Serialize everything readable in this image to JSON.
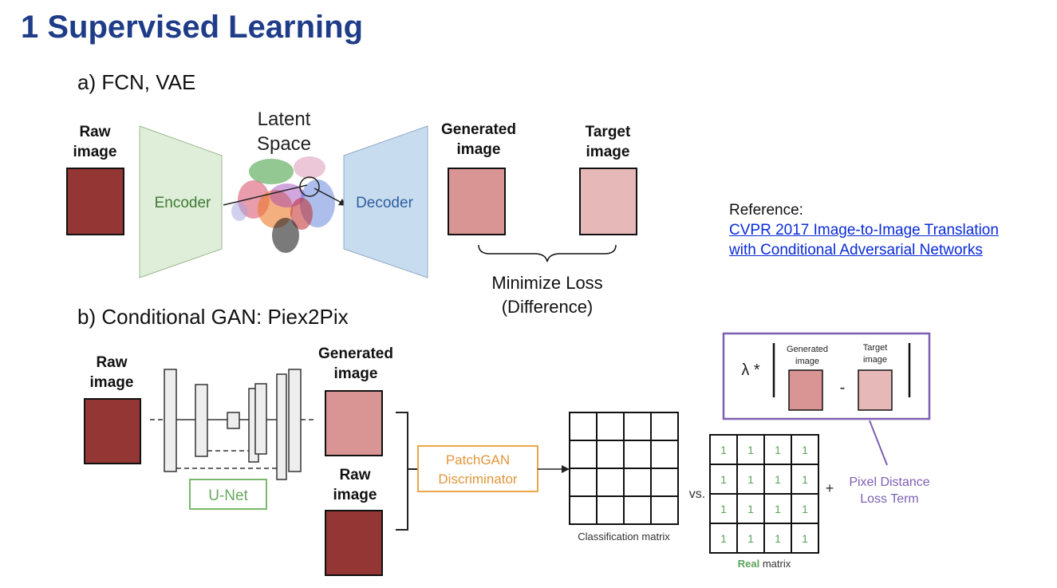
{
  "title": "1 Supervised Learning",
  "section_a": {
    "heading": "a) FCN, VAE",
    "raw_label": "Raw\nimage",
    "encoder": "Encoder",
    "latent": "Latent\nSpace",
    "decoder": "Decoder",
    "generated_label": "Generated\nimage",
    "target_label": "Target\nimage",
    "loss_line1": "Minimize Loss",
    "loss_line2": "(Difference)"
  },
  "reference": {
    "label": "Reference:",
    "link_line1": "CVPR 2017 Image-to-Image Translation",
    "link_line2": "with Conditional Adversarial Networks"
  },
  "section_b": {
    "heading": "b) Conditional GAN: Piex2Pix",
    "raw_label": "Raw\nimage",
    "generated_label": "Generated\nimage",
    "raw_label_2": "Raw\nimage",
    "unet": "U-Net",
    "patchgan": "PatchGAN\nDiscriminator",
    "classification": "Classification matrix",
    "vs": "vs.",
    "plus": "+",
    "real_word": "Real",
    "matrix_word": " matrix",
    "real_matrix_values": [
      [
        1,
        1,
        1,
        1
      ],
      [
        1,
        1,
        1,
        1
      ],
      [
        1,
        1,
        1,
        1
      ],
      [
        1,
        1,
        1,
        1
      ]
    ],
    "lambda": "λ *",
    "minus": "-",
    "box_generated": "Generated\nimage",
    "box_target": "Target\nimage",
    "pixel_loss": "Pixel Distance\nLoss Term"
  },
  "colors": {
    "title": "#1f3c88",
    "raw": "#943634",
    "generated": "#d99594",
    "target": "#e6b9b8",
    "encoder_fill": "#dfeed8",
    "decoder_fill": "#c8dcef",
    "unet_green": "#7bb86f",
    "patchgan_orange": "#e9a64a",
    "purple": "#7d5fb3",
    "real_green": "#5aa35a"
  }
}
